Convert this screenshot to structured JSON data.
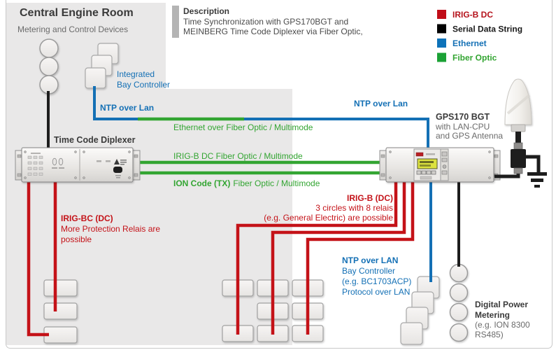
{
  "page": {
    "title": "Central Engine Room",
    "subtitle": "Metering and Control Devices"
  },
  "description": {
    "heading": "Description",
    "lines": [
      "Time Synchronization with GPS170BGT and",
      "MEINBERG Time Code Diplexer via Fiber Optic,"
    ]
  },
  "legend": {
    "items": [
      {
        "label": "IRIG-B DC",
        "color": "#c10d18",
        "text_color": "#b5121b"
      },
      {
        "label": "Serial Data String",
        "color": "#000000",
        "text_color": "#1a1a1a"
      },
      {
        "label": "Ethernet",
        "color": "#0d72b9",
        "text_color": "#1470b5"
      },
      {
        "label": "Fiber Optic",
        "color": "#1ba135",
        "text_color": "#33a532"
      }
    ]
  },
  "devices": {
    "diplexer": {
      "label": "Time Code Diplexer"
    },
    "gps": {
      "name": "GPS170 BGT",
      "desc_lines": [
        "with LAN-CPU",
        "and GPS Antenna"
      ]
    }
  },
  "connections": {
    "ntp_over_lan_left": "NTP over Lan",
    "ntp_over_lan_right": "NTP over Lan",
    "ethernet_fiber": "Ethernet over Fiber Optic / Multimode",
    "irigb_fiber": "IRIG-B DC Fiber Optic / Multimode",
    "ion_code_bold": "ION Code (TX)",
    "ion_code_rest": "Fiber Optic / Multimode"
  },
  "annotations": {
    "irigb_dc": {
      "heading": "IRIG-B (DC)",
      "lines": [
        "3 circles with 8 relais",
        "(e.g. General Electric) are possible"
      ]
    },
    "irig_bc": {
      "heading": "IRIG-BC (DC)",
      "lines": [
        "More Protection Relais are",
        "possible"
      ]
    },
    "ntp_bay": {
      "heading": "NTP over LAN",
      "lines": [
        "Bay Controller",
        "(e.g. BC1703ACP)",
        "Protocol over LAN"
      ]
    },
    "integrated_bay": {
      "lines": [
        "Integrated",
        "Bay Controller"
      ]
    },
    "digital_power": {
      "heading_lines": [
        "Digital Power",
        "Metering"
      ],
      "sub_lines": [
        "(e.g. ION 8300",
        " RS485)"
      ]
    }
  },
  "colors": {
    "wire_red": "#c41218",
    "wire_blue": "#1470b5",
    "wire_green": "#33a532",
    "wire_black": "#1d1d1d",
    "panel_gray": "#e9e8e8"
  }
}
